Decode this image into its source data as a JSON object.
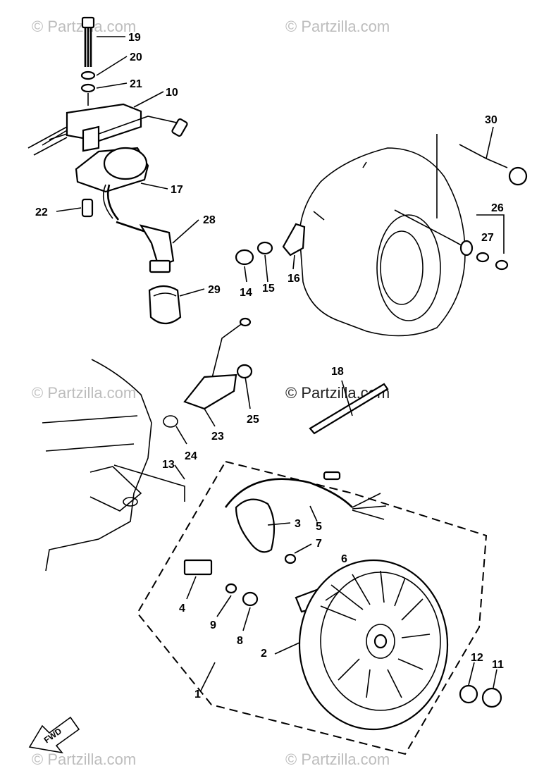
{
  "watermark_text": "© Partzilla.com",
  "fwd_label": "FWD",
  "callouts": {
    "n1": "1",
    "n2": "2",
    "n3": "3",
    "n4": "4",
    "n5": "5",
    "n6": "6",
    "n7": "7",
    "n8": "8",
    "n9": "9",
    "n10": "10",
    "n11": "11",
    "n12": "12",
    "n13": "13",
    "n14": "14",
    "n15": "15",
    "n16": "16",
    "n17": "17",
    "n18": "18",
    "n19": "19",
    "n20": "20",
    "n21": "21",
    "n22": "22",
    "n23": "23",
    "n24": "24",
    "n25": "25",
    "n26": "26",
    "n27": "27",
    "n28": "28",
    "n29": "29",
    "n30": "30"
  }
}
